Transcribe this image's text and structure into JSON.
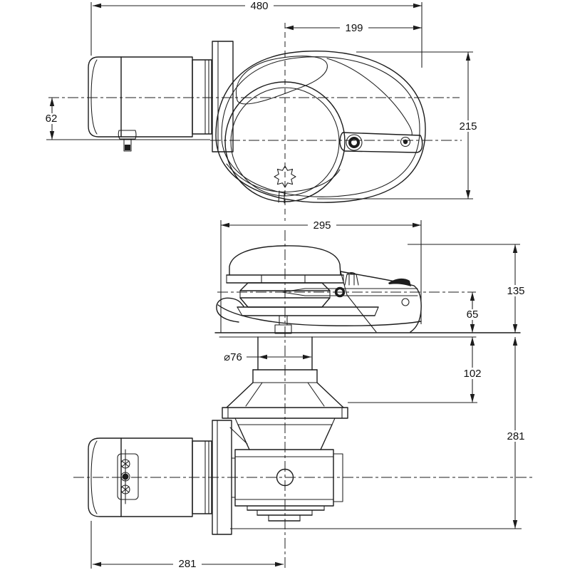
{
  "drawing": {
    "type": "technical-dimension-drawing",
    "subject": "anchor windlass, two orthographic views",
    "units": "mm",
    "dimensions": {
      "side_view": {
        "overall_length": "480",
        "housing_length": "199",
        "motor_center_offset": "62",
        "housing_width": "215"
      },
      "front_view": {
        "housing_width": "295",
        "above_deck_height": "135",
        "chain_centerline_height": "65",
        "shaft_diameter": "⌀76",
        "deck_to_flange_depth": "102",
        "below_deck_depth": "281",
        "motor_to_center_length": "281"
      }
    }
  }
}
